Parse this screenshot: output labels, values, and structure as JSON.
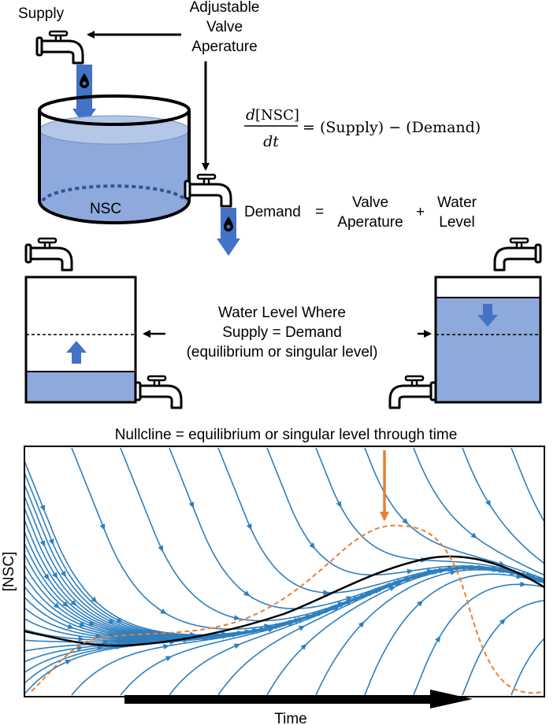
{
  "labels": {
    "supply": "Supply",
    "valve_line1": "Adjustable",
    "valve_line2": "Valve",
    "valve_line3": "Aperature",
    "tank_label": "NSC",
    "eq_d": "d",
    "eq_nsc": "[NSC]",
    "eq_dt": "dt",
    "eq_rhs": "= (Supply) − (Demand)",
    "demand": "Demand",
    "demand_eq": "=",
    "demand_term1_line1": "Valve",
    "demand_term1_line2": "Aperature",
    "demand_plus": "+",
    "demand_term2_line1": "Water",
    "demand_term2_line2": "Level",
    "mid_line1": "Water Level Where",
    "mid_line2": "Supply = Demand",
    "mid_line3": "(equilibrium or singular level)",
    "plot_title": "Nullcline = equilibrium or singular level through time",
    "y_axis": "[NSC]",
    "x_axis": "Time"
  },
  "colors": {
    "water": "#8ea9db",
    "water_arrow": "#4472c4",
    "stream": "#2e7fbf",
    "nullcline": "#000000",
    "dashed_curve": "#ed7d31",
    "orange_arrow": "#ed7d31"
  },
  "icons": [
    "faucet-icon",
    "water-drop-icon",
    "down-arrow-icon",
    "up-arrow-icon",
    "left-arrow-icon",
    "right-arrow-icon"
  ]
}
